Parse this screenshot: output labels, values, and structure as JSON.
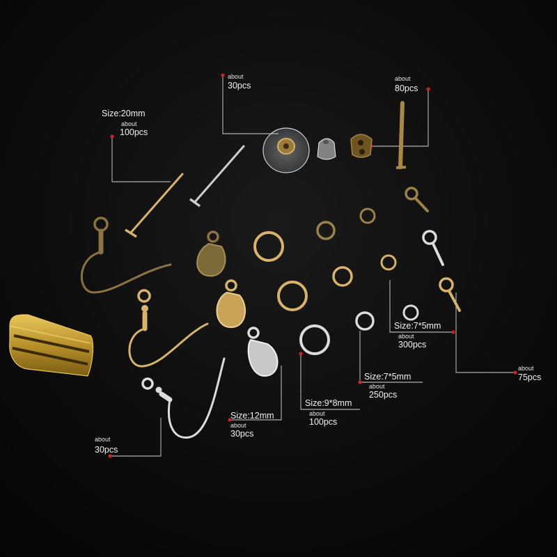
{
  "annotations": {
    "ear_wires_bottom": {
      "about": "about",
      "qty": "30pcs"
    },
    "head_pins": {
      "size": "Size:20mm",
      "about": "about",
      "qty": "100pcs"
    },
    "ear_nuts": {
      "about": "about",
      "qty": "30pcs"
    },
    "t_pins": {
      "about": "about",
      "qty": "80pcs"
    },
    "lobster_clasps": {
      "size": "Size:12mm",
      "about": "about",
      "qty": "30pcs"
    },
    "jump_rings_large": {
      "size": "Size:9*8mm",
      "about": "about",
      "qty": "100pcs"
    },
    "jump_rings_mid": {
      "size": "Size:7*5mm",
      "about": "about",
      "qty": "250pcs"
    },
    "jump_rings_small": {
      "size": "Size:7*5mm",
      "about": "about",
      "qty": "300pcs"
    },
    "eye_pins": {
      "about": "about",
      "qty": "75pcs"
    }
  },
  "colors": {
    "background": "#0b0b0b",
    "leader_line": "#d9d9d9",
    "marker_dot": "#d0202a",
    "gold": "#d8b46a",
    "bronze": "#8a7340",
    "silver": "#dcdcdc",
    "brass_tool": "#c9a434"
  }
}
